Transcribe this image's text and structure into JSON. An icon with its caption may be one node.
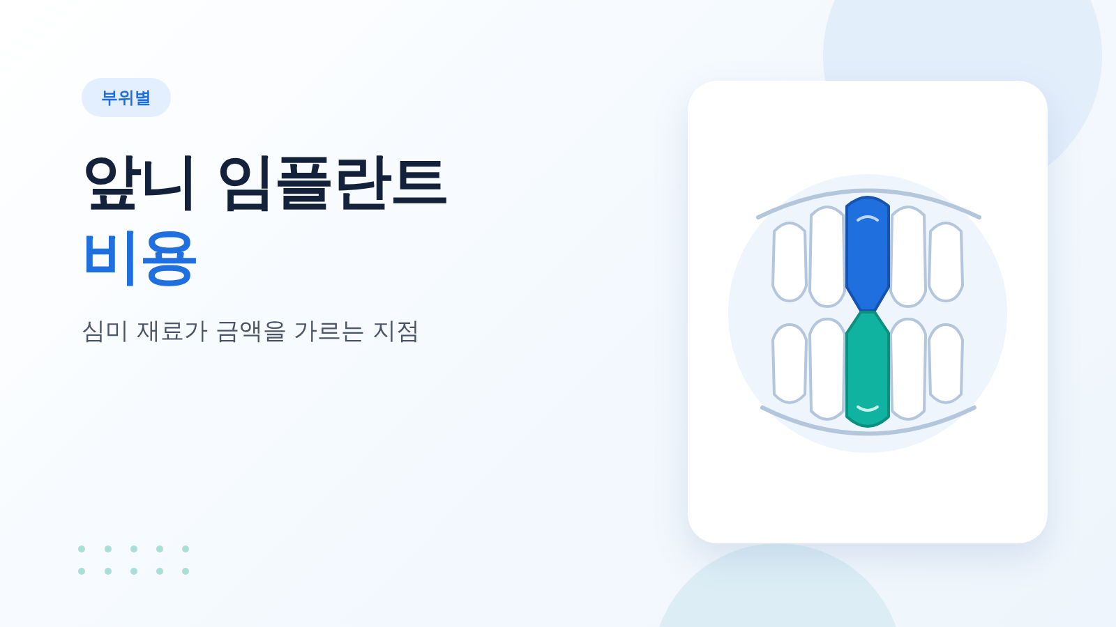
{
  "diagram": {
    "title": "앞니 임플란트 비용",
    "nodes": [
      {
        "text": [
          "부위별"
        ]
      }
    ],
    "labels": [
      "심미 재료가 금액을 가르는 지점"
    ]
  }
}
